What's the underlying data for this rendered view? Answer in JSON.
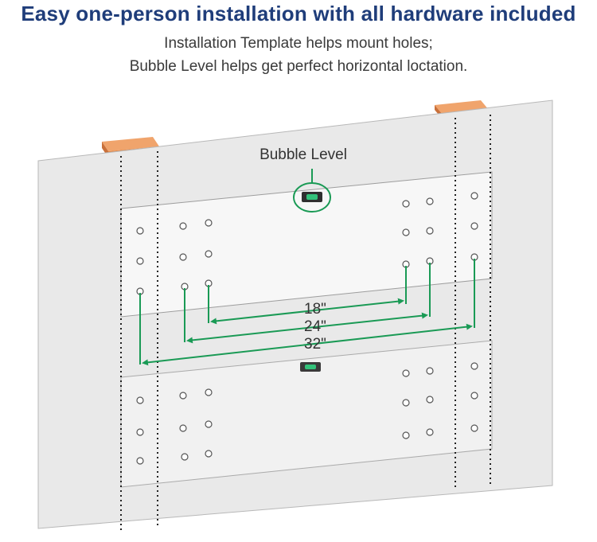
{
  "header": {
    "title": "Easy one-person installation with all hardware included",
    "subtitle_line1": "Installation Template helps mount holes;",
    "subtitle_line2": "Bubble Level helps get perfect horizontal loctation."
  },
  "diagram": {
    "bubble_level_label": "Bubble Level",
    "dimensions": [
      {
        "label": "18\"",
        "value_in": 18
      },
      {
        "label": "24\"",
        "value_in": 24
      },
      {
        "label": "32\"",
        "value_in": 32
      }
    ],
    "colors": {
      "wall": "#e9e9e9",
      "wall_edge": "#b8b8b8",
      "template": "#f7f7f7",
      "stud": "#e2894a",
      "accent_green": "#1a9a55",
      "title_blue": "#1f3d7a"
    }
  }
}
